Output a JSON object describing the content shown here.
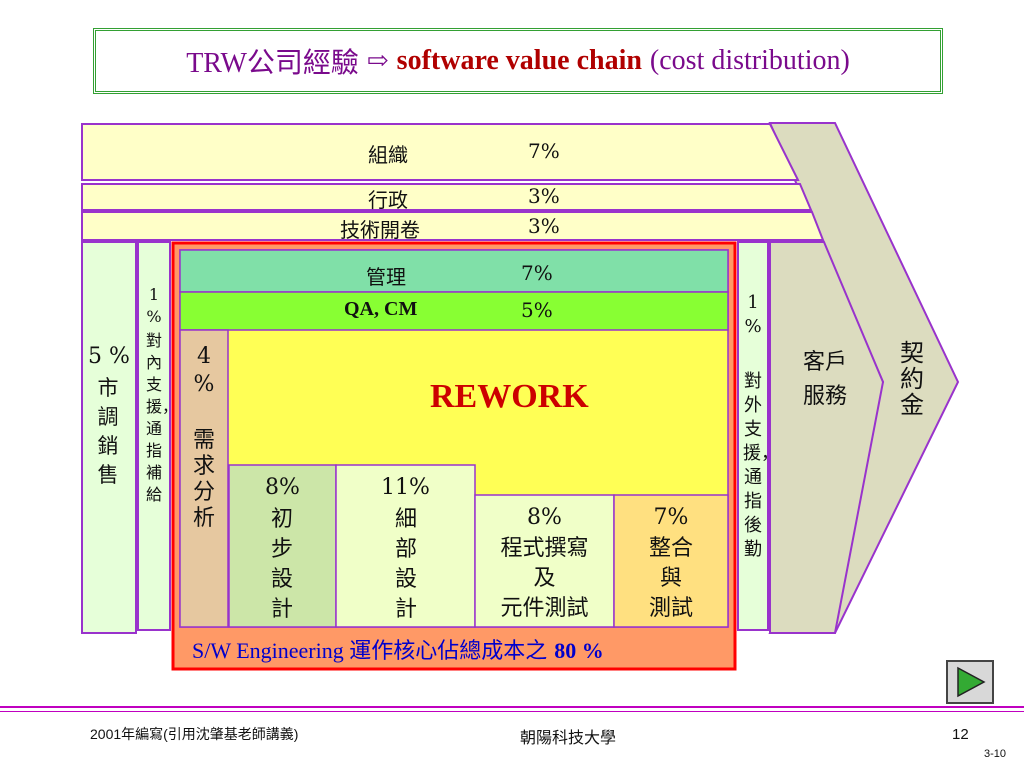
{
  "title": {
    "part1": "TRW公司經驗",
    "arrow": "⇨",
    "part2": "software value chain",
    "part3": "(cost distribution)"
  },
  "rows": {
    "org": {
      "label": "組織",
      "pct": "7%"
    },
    "admin": {
      "label": "行政",
      "pct": "3%"
    },
    "tech": {
      "label": "技術開卷",
      "pct": "3%"
    }
  },
  "left_cols": {
    "marketing": {
      "pct": "5 %",
      "label": "市調銷售"
    },
    "internal": {
      "pct": "1",
      "pct_sign": "%",
      "label": "對內支援，通指補給"
    }
  },
  "core": {
    "mgmt": {
      "label": "管理",
      "pct": "7%"
    },
    "qa": {
      "label": "QA, CM",
      "pct": "5%"
    },
    "req": {
      "pct": "4",
      "pct_sign": "%",
      "label": "需求分析"
    },
    "rework": "REWORK",
    "prelim": {
      "pct": "8%",
      "label": "初步設計"
    },
    "detail": {
      "pct": "11%",
      "label": "細部設計"
    },
    "coding": {
      "pct": "8%",
      "line1": "程式撰寫",
      "line2": "及",
      "line3": "元件測試"
    },
    "integ": {
      "pct": "7%",
      "line1": "整合",
      "line2": "與",
      "line3": "測試"
    },
    "summary_en": "S/W Engineering ",
    "summary_zh": "運作核心佔總成本之 ",
    "summary_pct": "80 %"
  },
  "right_cols": {
    "external": {
      "pct": "1",
      "pct_sign": "%",
      "label": "對外支援，通指後勤"
    },
    "customer": "客戶服務",
    "contract": "契約金"
  },
  "footer": {
    "left": "2001年編寫(引用沈肇基老師講義)",
    "center": "朝陽科技大學",
    "page": "12",
    "slide": "3-10"
  }
}
